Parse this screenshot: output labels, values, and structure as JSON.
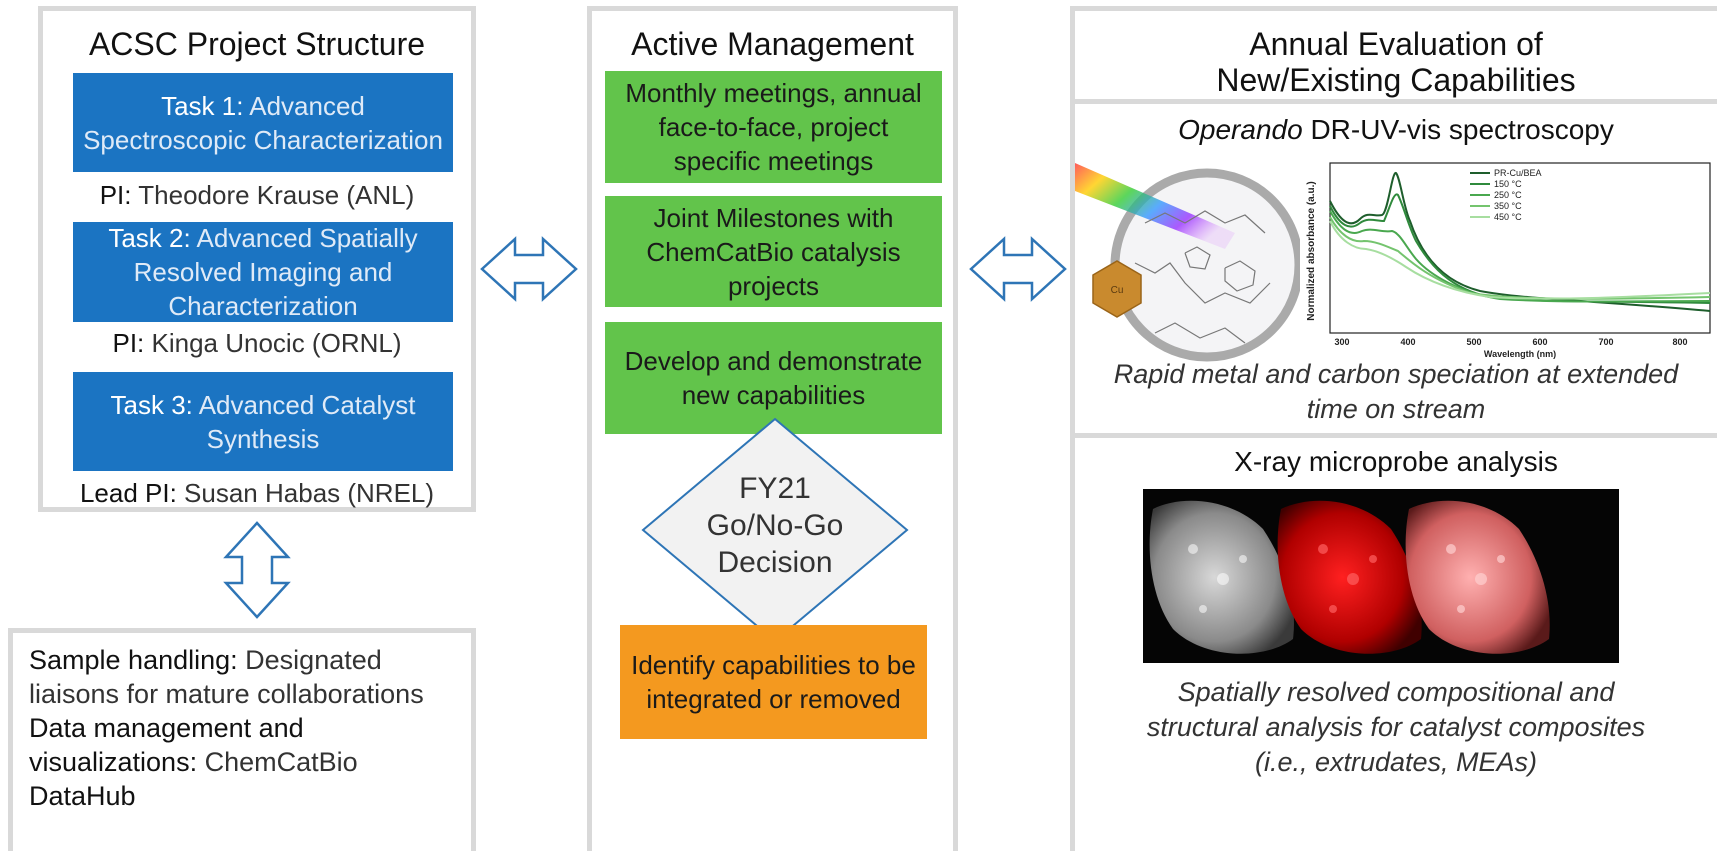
{
  "left": {
    "title": "ACSC Project Structure",
    "tasks": [
      {
        "label": "Task 1:",
        "text": "Advanced Spectroscopic Characterization",
        "pi_label": "PI:",
        "pi_name": "Theodore Krause (ANL)"
      },
      {
        "label": "Task 2:",
        "text": "Advanced Spatially Resolved Imaging and Characterization",
        "pi_label": "PI:",
        "pi_name": "Kinga Unocic (ORNL)"
      },
      {
        "label": "Task 3:",
        "text": "Advanced Catalyst Synthesis",
        "pi_label": "Lead PI:",
        "pi_name": "Susan Habas (NREL)"
      }
    ]
  },
  "bottom_left": {
    "sample_label": "Sample handling:",
    "sample_text": "Designated liaisons for mature collaborations",
    "data_label": "Data management and visualizations:",
    "data_text": "ChemCatBio",
    "data_hub": "DataHub"
  },
  "middle": {
    "title": "Active Management",
    "boxes": [
      "Monthly meetings, annual face-to-face, project specific meetings",
      "Joint Milestones with ChemCatBio catalysis projects",
      "Develop and demonstrate new capabilities"
    ],
    "decision": {
      "line1": "FY21",
      "line2": "Go/No-Go",
      "line3": "Decision"
    },
    "outcome": "Identify capabilities to be integrated or removed"
  },
  "right": {
    "title_line1": "Annual Evaluation of",
    "title_line2": "New/Existing Capabilities",
    "section1": {
      "title_italic": "Operando",
      "title_rest": "DR-UV-vis spectroscopy",
      "caption": "Rapid metal and carbon speciation at extended time on stream"
    },
    "section2": {
      "title": "X-ray microprobe analysis",
      "caption": "Spatially resolved compositional and structural analysis for catalyst composites (i.e., extrudates, MEAs)"
    },
    "spectrum": {
      "ylabel": "Normalized absorbance (a.u.)",
      "xlabel": "Wavelength (nm)",
      "xticks": [
        "300",
        "400",
        "500",
        "600",
        "700",
        "800"
      ],
      "legend": [
        "PR-Cu/BEA",
        "150 °C",
        "250 °C",
        "350 °C",
        "450 °C"
      ]
    },
    "zeolite": {
      "cu_label": "Cu"
    }
  },
  "colors": {
    "task_blue": "#1b74c2",
    "green": "#62c44b",
    "orange": "#f4991f",
    "border_gray": "#d9d9d9",
    "arrow_blue": "#2e75b6"
  }
}
